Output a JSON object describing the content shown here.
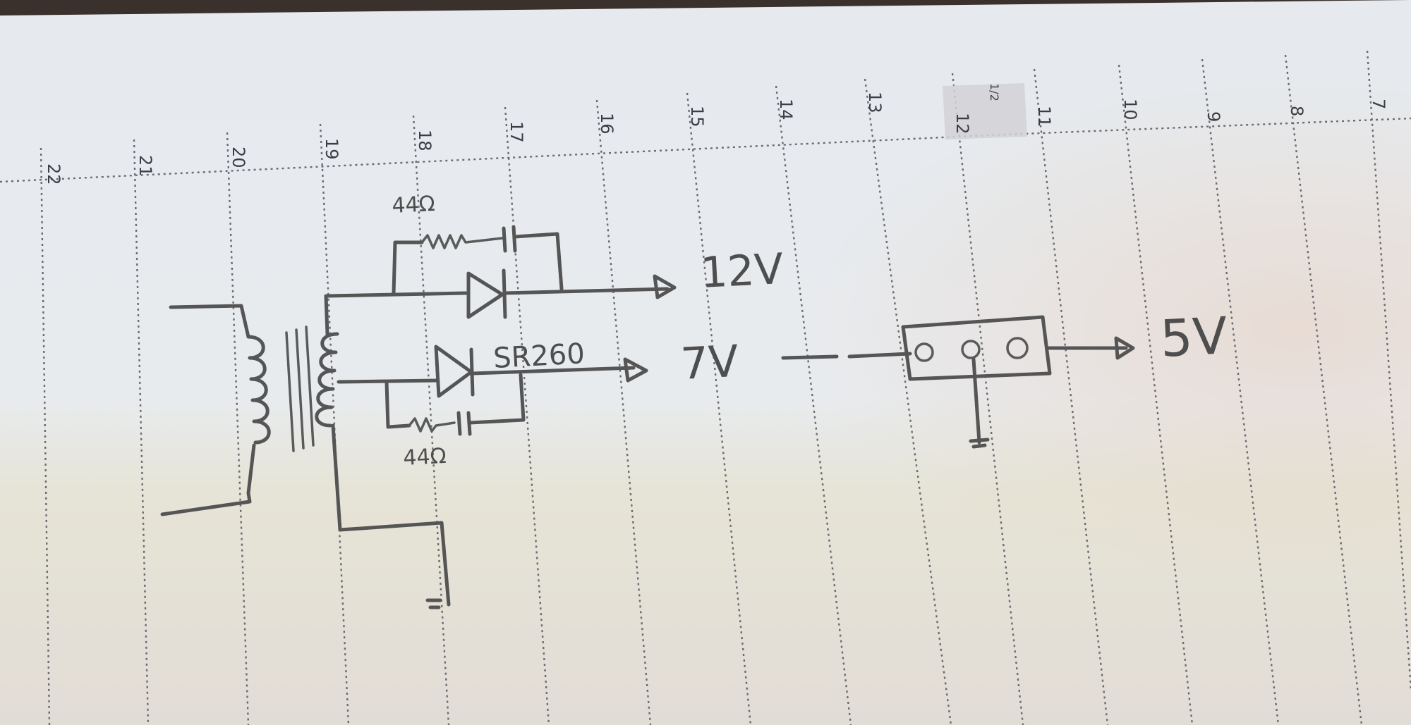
{
  "planner": {
    "column_numbers": [
      "22",
      "21",
      "20",
      "19",
      "18",
      "17",
      "16",
      "15",
      "14",
      "13",
      "12",
      "11",
      "10",
      "9",
      "8",
      "7"
    ],
    "highlighted_mark": "1/2"
  },
  "circuit": {
    "resistor_top_label": "44Ω",
    "resistor_bottom_label": "44Ω",
    "diode_label": "SR260",
    "output_top_label": "12V",
    "output_middle_label": "7V",
    "output_right_label": "5V"
  },
  "colors": {
    "paper": "#e9ecee",
    "ink": "#555555",
    "rule": "#6b6b73",
    "highlight": "#d2d2d6"
  }
}
